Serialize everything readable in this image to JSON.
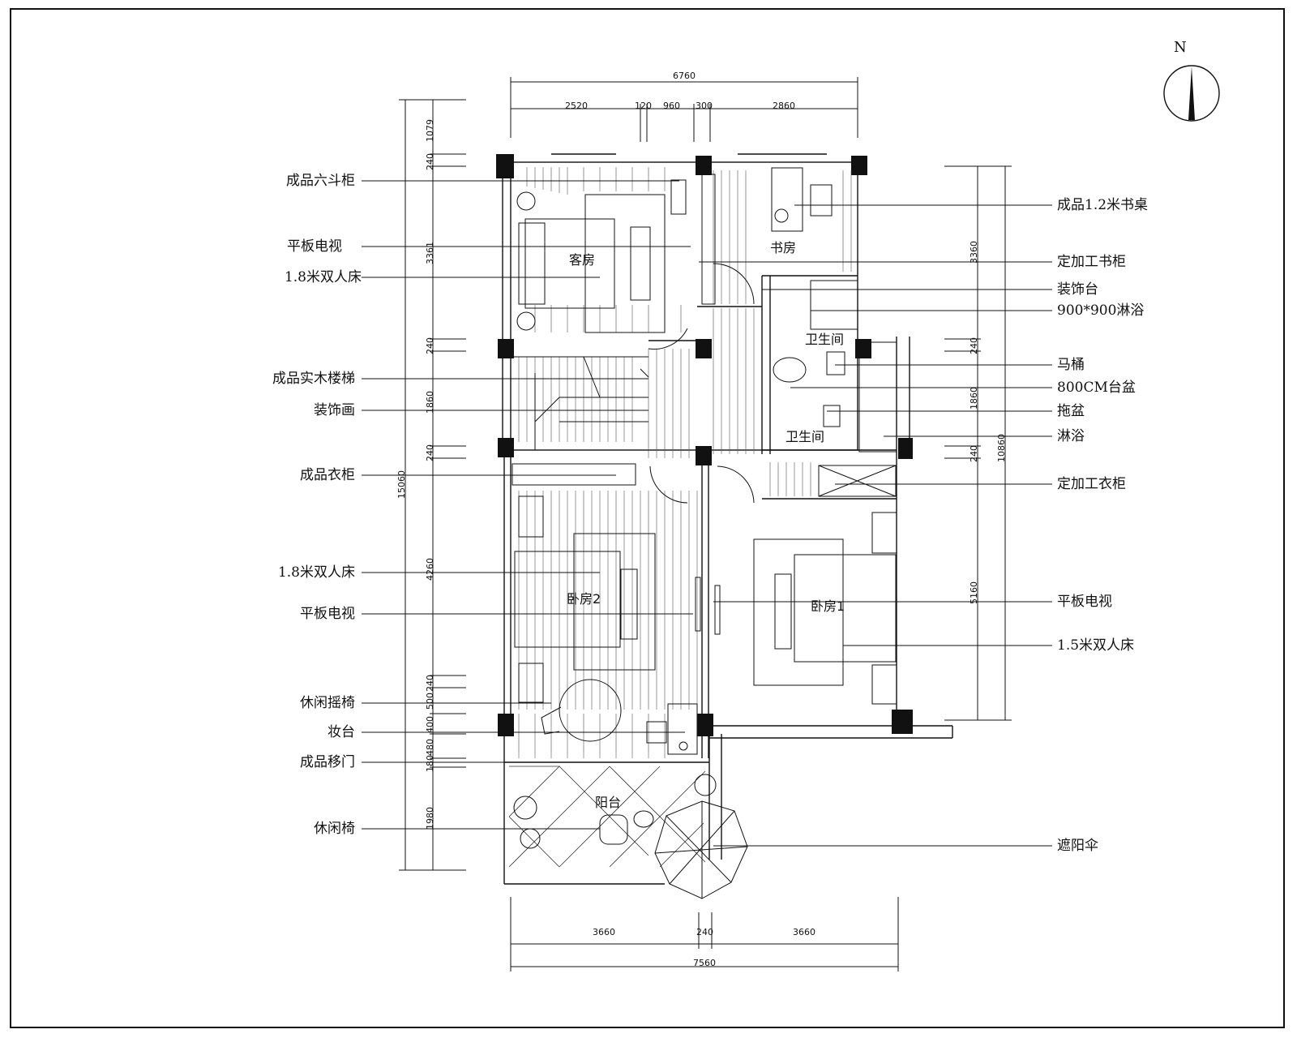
{
  "compass": {
    "label": "N"
  },
  "rooms": {
    "guest_room": "客房",
    "study": "书房",
    "bathroom_1": "卫生间",
    "bathroom_2": "卫生间",
    "bedroom_2": "卧房2",
    "bedroom_1": "卧房1",
    "balcony": "阳台"
  },
  "left_labels": [
    "成品六斗柜",
    "平板电视",
    "1.8米双人床",
    "成品实木楼梯",
    "装饰画",
    "成品衣柜",
    "1.8米双人床",
    "平板电视",
    "休闲摇椅",
    "妆台",
    "成品移门",
    "休闲椅"
  ],
  "right_labels": [
    "成品1.2米书桌",
    "定加工书柜",
    "装饰台",
    "900*900淋浴",
    "马桶",
    "800CM台盆",
    "拖盆",
    "淋浴",
    "定加工衣柜",
    "平板电视",
    "1.5米双人床",
    "遮阳伞"
  ],
  "dims_top": {
    "overall": "6760",
    "segments": [
      "2520",
      "120",
      "960",
      "300",
      "2860"
    ]
  },
  "dims_bottom": {
    "overall": "7560",
    "segments": [
      "3660",
      "240",
      "3660"
    ]
  },
  "dims_left": {
    "overall": "15060",
    "segments": [
      "1079",
      "240",
      "3361",
      "240",
      "1860",
      "240",
      "4260",
      "240",
      "500",
      "400",
      "480",
      "180",
      "1980"
    ]
  },
  "dims_right": {
    "overall": "10860",
    "segments": [
      "3360",
      "240",
      "1860",
      "240",
      "5160"
    ]
  }
}
